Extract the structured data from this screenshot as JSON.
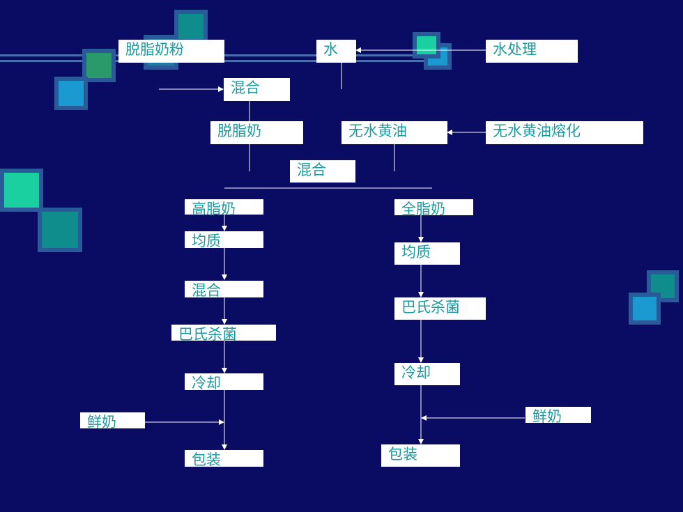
{
  "diagram": {
    "top_row": {
      "skim_powder": "脱脂奶粉",
      "water": "水",
      "water_treatment": "水处理"
    },
    "mix_1": "混合",
    "skim_milk": "脱脂奶",
    "anhydrous_butter": "无水黄油",
    "butter_melting": "无水黄油熔化",
    "mix_2": "混合",
    "left_branch": {
      "high_fat_milk": "高脂奶",
      "homogenize": "均质",
      "mix": "混合",
      "pasteurize": "巴氏杀菌",
      "cool": "冷却",
      "fresh_milk": "鲜奶",
      "package": "包装"
    },
    "right_branch": {
      "whole_milk": "全脂奶",
      "homogenize": "均质",
      "pasteurize": "巴氏杀菌",
      "cool": "冷却",
      "fresh_milk": "鲜奶",
      "package": "包装"
    }
  },
  "colors": {
    "background": "#0a0b63",
    "box": "#ffffff",
    "text": "#1a9aa0",
    "line": "#ffffff"
  }
}
